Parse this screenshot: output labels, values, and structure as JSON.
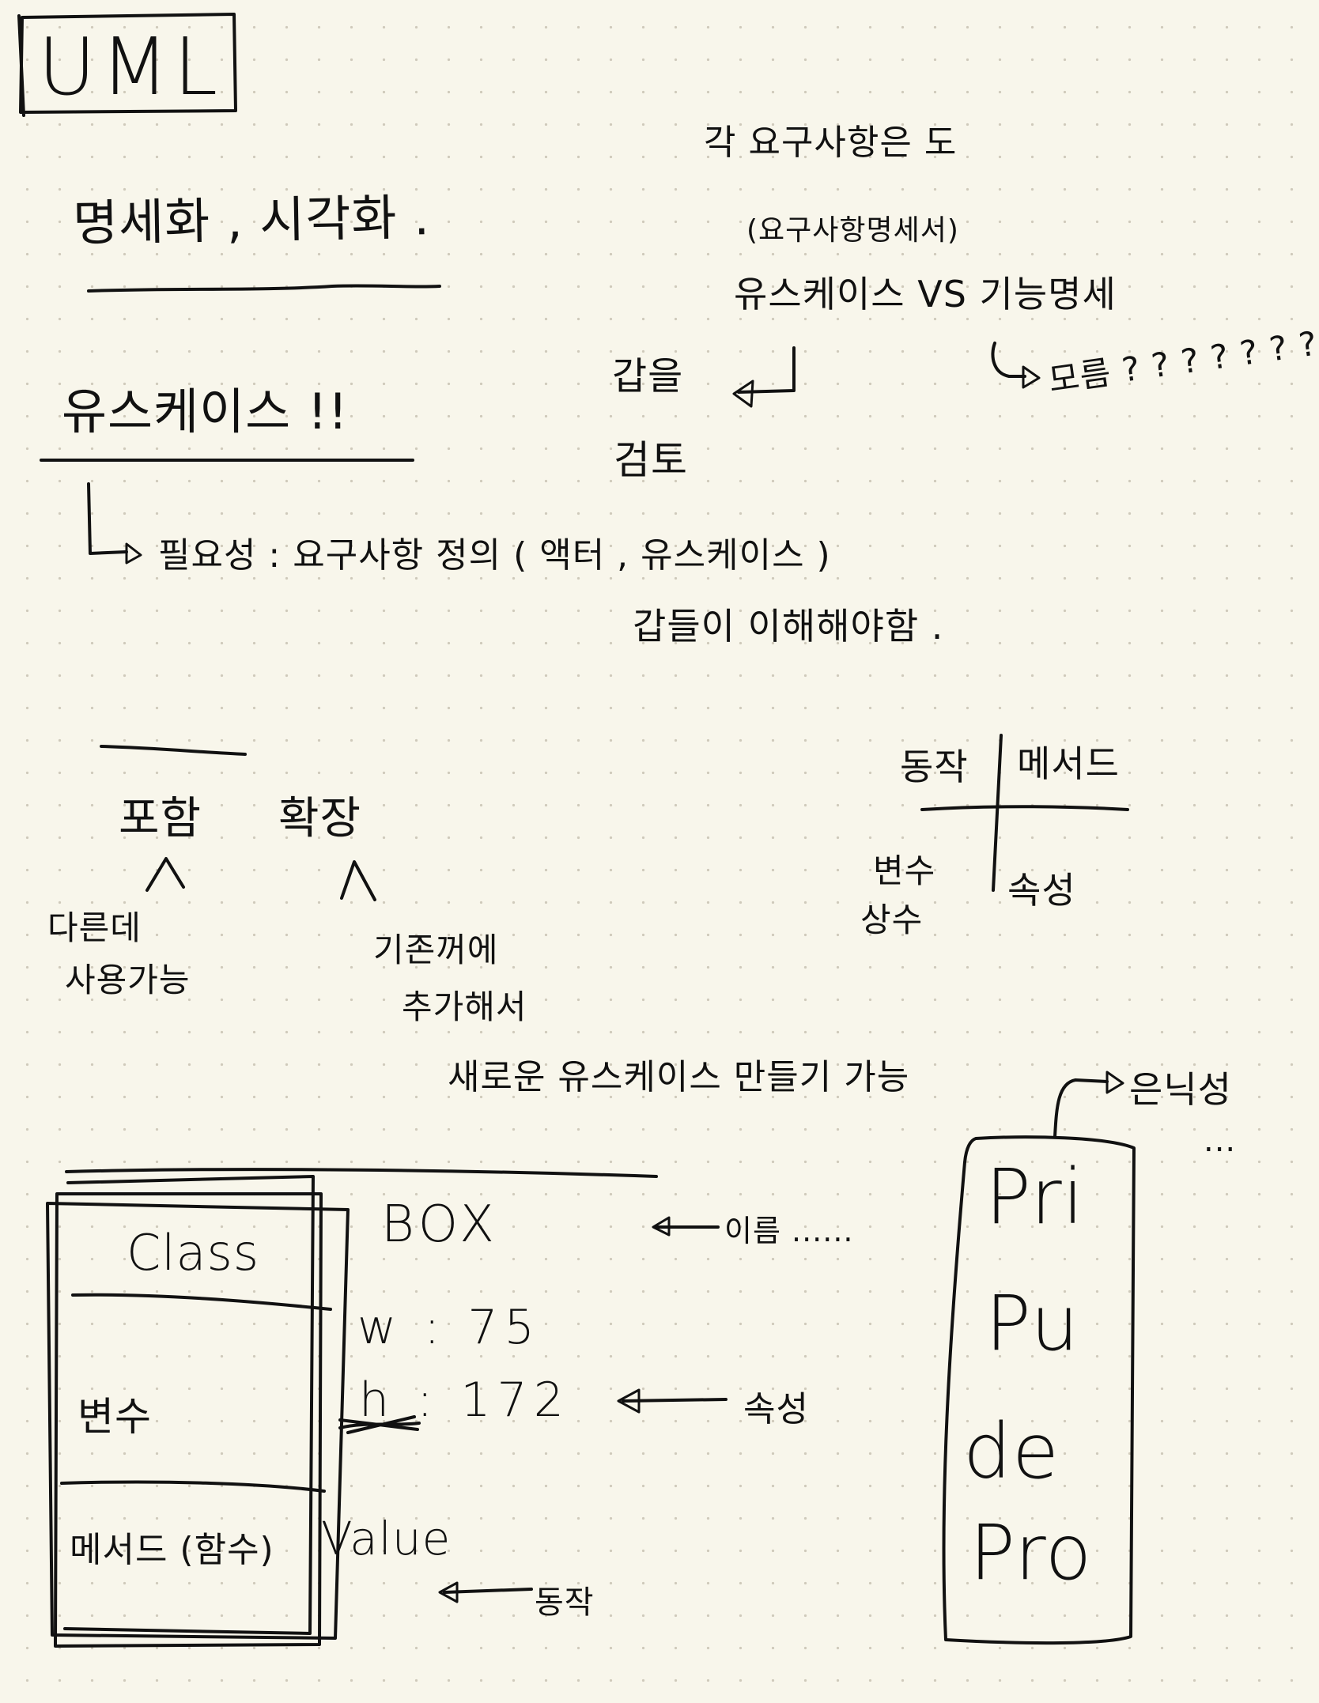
{
  "title": "UML",
  "left_notes": {
    "heading": "명세화 , 시각화 .",
    "usecase_title": "유스케이스 !!",
    "necessity": "필요성 : 요구사항 정의 ( 액터 , 유스케이스 )",
    "understand": "갑들이 이해해야함 ."
  },
  "right_notes": {
    "each_req": "각 요구사항은 도",
    "req_spec": "(요구사항명세서)",
    "usecase_vs": "유스케이스 VS 기능명세",
    "review_1": "갑을",
    "review_2": "검토",
    "unknown": "모름 ? ? ? ? ? ? ?"
  },
  "relations": {
    "include": "포함",
    "extend": "확장",
    "include_note_1": "다른데",
    "include_note_2": "사용가능",
    "extend_note_1": "기존꺼에",
    "extend_note_2": "추가해서",
    "extend_note_3": "새로운 유스케이스 만들기 가능"
  },
  "quadrant": {
    "top_left": "동작",
    "top_right": "메서드",
    "bottom_left_1": "변수",
    "bottom_left_2": "상수",
    "bottom_right": "속성"
  },
  "class_box": {
    "class_label": "Class",
    "name": "BOX",
    "name_note": "이름 ......",
    "field_label": "변수",
    "field_1": "w : 75",
    "field_2": "h : 172",
    "attr_note": "속성",
    "method_label": "메서드 (함수)",
    "method_value": "Value",
    "action_note": "동작"
  },
  "access": {
    "label": "은닉성",
    "dots": "...",
    "items": [
      "Pri",
      "Pu",
      "de",
      "Pro"
    ]
  }
}
